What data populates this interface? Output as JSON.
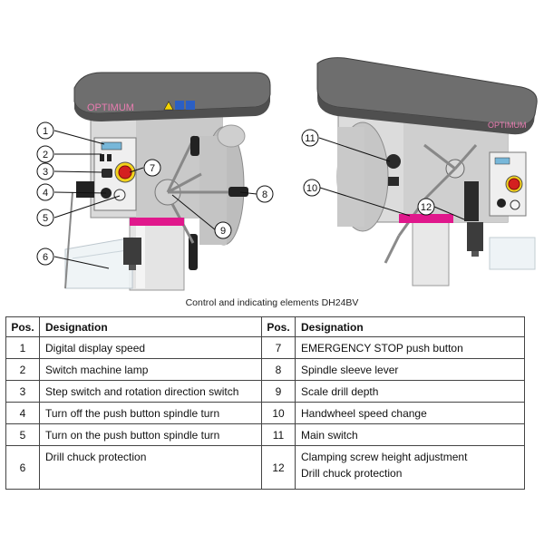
{
  "figure": {
    "brand_left": "OPTIMUM",
    "brand_right": "OPTIMUM",
    "callouts": [
      "1",
      "2",
      "3",
      "4",
      "5",
      "6",
      "7",
      "8",
      "9",
      "10",
      "11",
      "12"
    ]
  },
  "caption": "Control and indicating elements DH24BV",
  "table": {
    "headers": [
      "Pos.",
      "Designation",
      "Pos.",
      "Designation"
    ],
    "rows": [
      {
        "pos_l": "1",
        "des_l": "Digital display speed",
        "pos_r": "7",
        "des_r": "EMERGENCY STOP push button"
      },
      {
        "pos_l": "2",
        "des_l": "Switch machine lamp",
        "pos_r": "8",
        "des_r": "Spindle sleeve lever"
      },
      {
        "pos_l": "3",
        "des_l": "Step switch and rotation direction switch",
        "pos_r": "9",
        "des_r": "Scale drill depth"
      },
      {
        "pos_l": "4",
        "des_l": "Turn off the push button spindle turn",
        "pos_r": "10",
        "des_r": "Handwheel speed change"
      },
      {
        "pos_l": "5",
        "des_l": "Turn on the push button spindle turn",
        "pos_r": "11",
        "des_r": "Main switch"
      },
      {
        "pos_l": "6",
        "des_l": "Drill chuck protection",
        "pos_r": "12",
        "des_r": "Clamping screw height adjustment",
        "des_r2": "Drill chuck protection"
      }
    ]
  },
  "colors": {
    "housing": "#6e6e6e",
    "housing_dark": "#4f4f4f",
    "body": "#d9d9d9",
    "accent_magenta": "#e0188c",
    "estop_red": "#d42020",
    "estop_yellow": "#f2d21c"
  }
}
